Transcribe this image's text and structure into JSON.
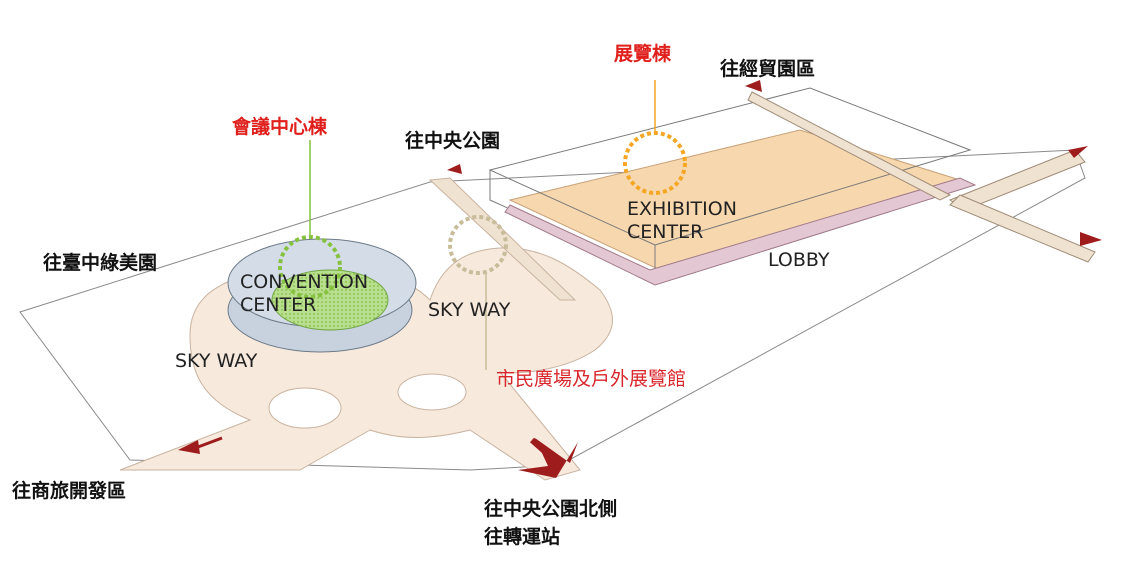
{
  "colors": {
    "plaza": "#f7e9dc",
    "plaza_edge": "#c9b3a0",
    "site_edge": "#8a8a8a",
    "exhibition_floor": "#f7d7ad",
    "lobby": "#e3c7d2",
    "convention_ring": "#c7d2de",
    "convention_green": "#9ccd6c",
    "marker_orange": "#f5a623",
    "marker_green": "#86c23f",
    "marker_tan": "#c8bc9a",
    "label_red": "#e0201c",
    "arrow": "#9e1c1c",
    "skyway_band": "#efe2d0"
  },
  "labels": {
    "exhibition_hall": "展覽棟",
    "to_trade_park": "往經貿園區",
    "convention_hall": "會議中心棟",
    "to_central_park": "往中央公園",
    "to_art_museum": "往臺中綠美園",
    "to_business_district": "往商旅開發區",
    "to_central_park_north": "往中央公園北側",
    "to_transit_station": "往轉運站",
    "civic_plaza": "市民廣場及戶外展覽館",
    "exhibition_center_line1": "EXHIBITION",
    "exhibition_center_line2": "CENTER",
    "lobby": "LOBBY",
    "convention_center_line1": "CONVENTION",
    "convention_center_line2": "CENTER",
    "sky_way_center": "SKY WAY",
    "sky_way_left": "SKY WAY"
  }
}
